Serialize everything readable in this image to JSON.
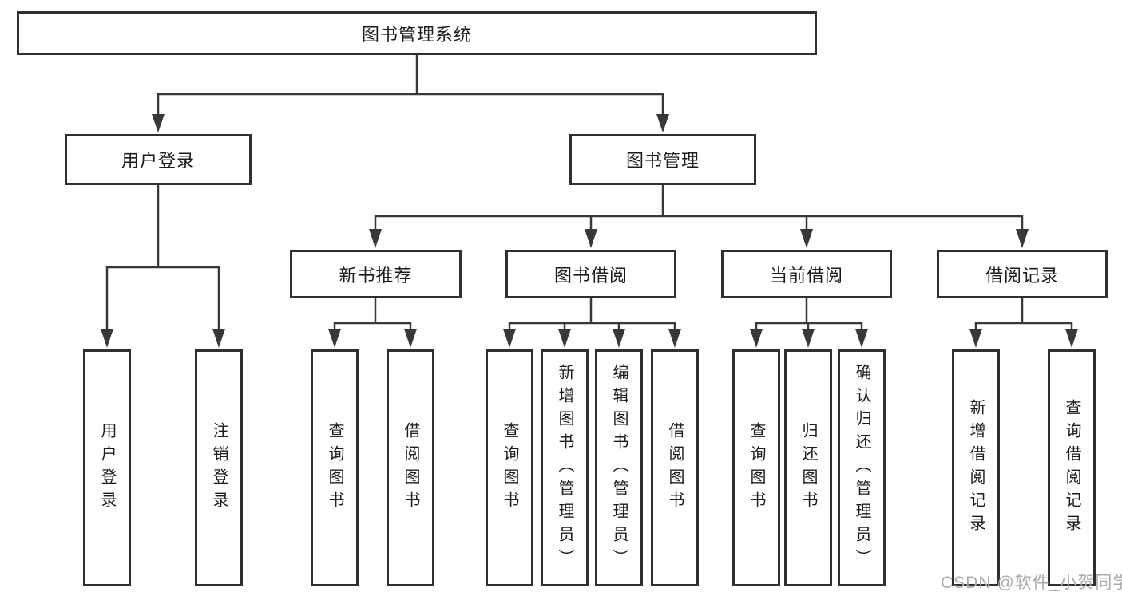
{
  "tree": {
    "root": {
      "label": "图书管理系统"
    },
    "children": [
      {
        "label": "用户登录",
        "children": [
          {
            "label": "用户登录"
          },
          {
            "label": "注销登录"
          }
        ]
      },
      {
        "label": "图书管理",
        "children": [
          {
            "label": "新书推荐",
            "children": [
              {
                "label": "查询图书"
              },
              {
                "label": "借阅图书"
              }
            ]
          },
          {
            "label": "图书借阅",
            "children": [
              {
                "label": "查询图书"
              },
              {
                "label": "新增图书（管理员）"
              },
              {
                "label": "编辑图书（管理员）"
              },
              {
                "label": "借阅图书"
              }
            ]
          },
          {
            "label": "当前借阅",
            "children": [
              {
                "label": "查询图书"
              },
              {
                "label": "归还图书"
              },
              {
                "label": "确认归还（管理员）"
              }
            ]
          },
          {
            "label": "借阅记录",
            "children": [
              {
                "label": "新增借阅记录"
              },
              {
                "label": "查询借阅记录"
              }
            ]
          }
        ]
      }
    ]
  },
  "watermark": {
    "text": "CSDN @软件_小贺同学"
  },
  "colors": {
    "line": "#383838",
    "box_border": "#303030",
    "box_fill": "#ffffff",
    "text": "#1c1c1c",
    "watermark": "#ababab",
    "background": "#ffffff"
  }
}
